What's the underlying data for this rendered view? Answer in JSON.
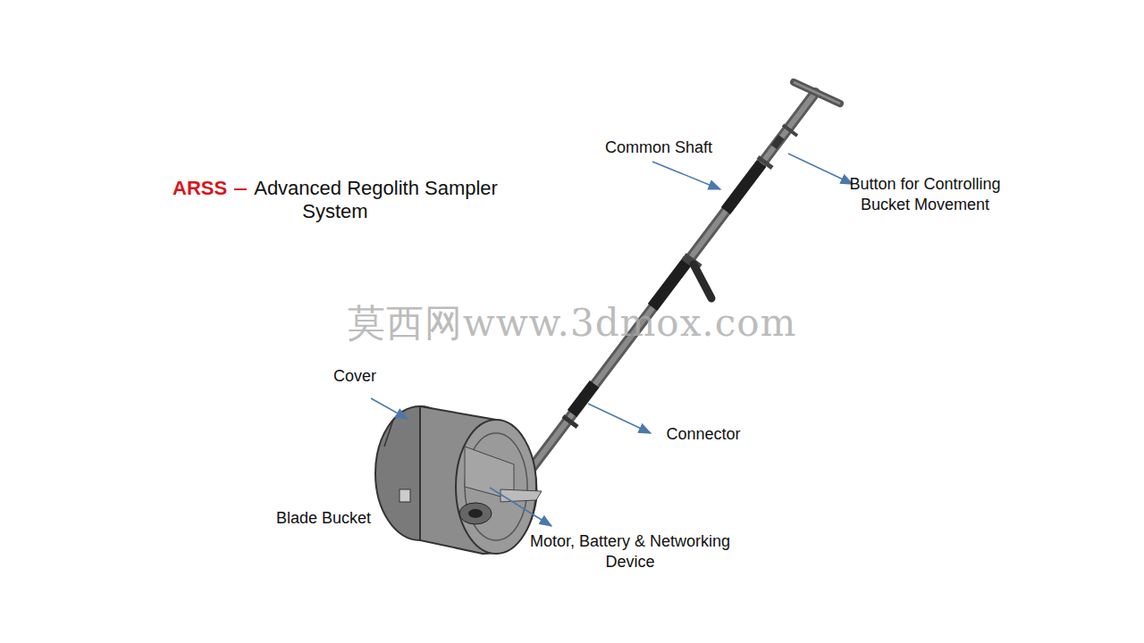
{
  "diagram": {
    "title": "Advanced Regolith Sampler System",
    "labels": [
      "ARSS",
      "Common Shaft",
      "Button for Controlling Bucket Movement",
      "Cover",
      "Connector",
      "Blade Bucket",
      "Motor, Battery & Networking Device",
      "莫西网www.3dmox.com"
    ]
  }
}
